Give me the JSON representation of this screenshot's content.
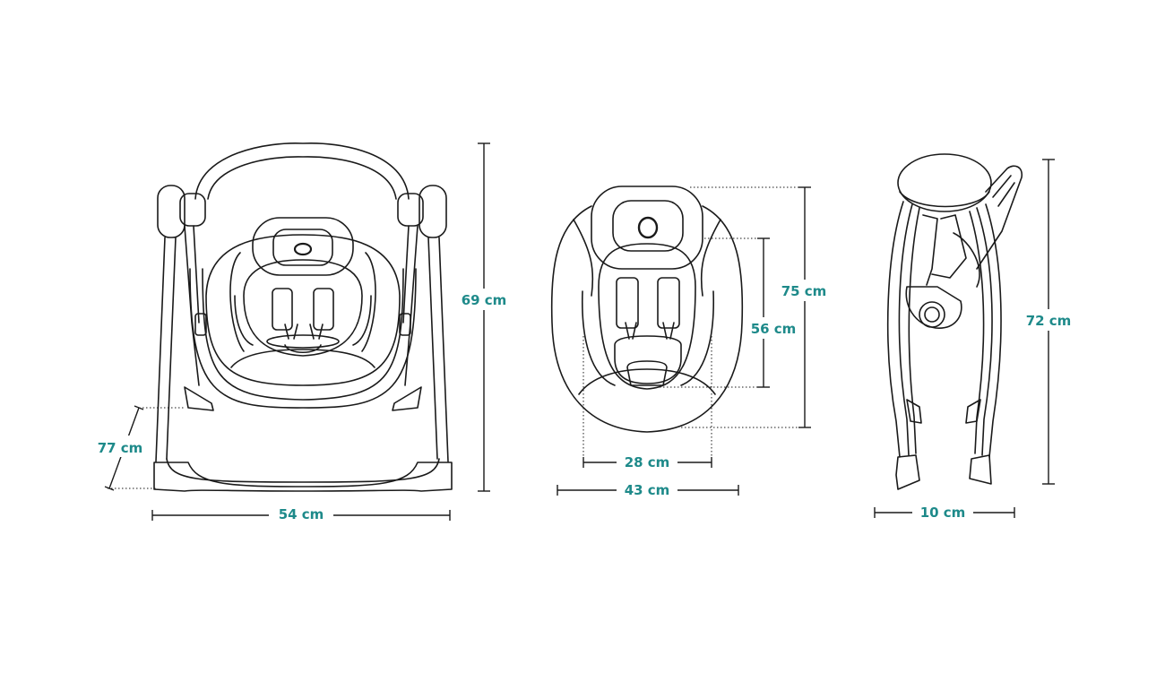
{
  "colors": {
    "label": "#1e8a8a",
    "line": "#1a1a1a",
    "background": "#ffffff"
  },
  "front_view": {
    "height_label": "69 cm",
    "width_label": "54 cm",
    "depth_label": "77 cm"
  },
  "seat_view": {
    "outer_height_label": "75 cm",
    "inner_height_label": "56 cm",
    "inner_width_label": "28 cm",
    "outer_width_label": "43 cm"
  },
  "side_view": {
    "height_label": "72 cm",
    "width_label": "10 cm"
  }
}
